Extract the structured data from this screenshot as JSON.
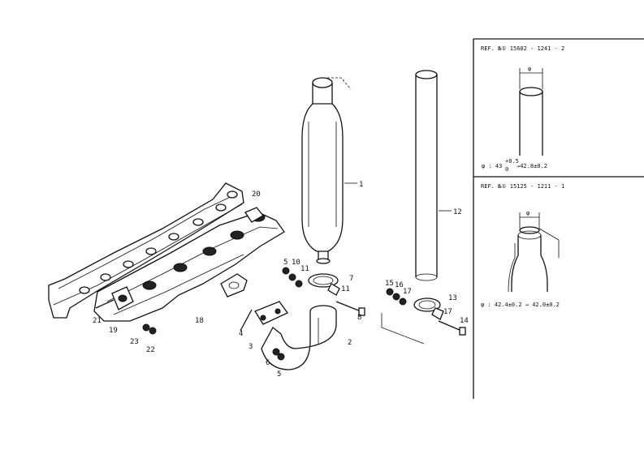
{
  "callouts": [
    {
      "id": "c1",
      "text": "1"
    },
    {
      "id": "c2",
      "text": "2"
    },
    {
      "id": "c3",
      "text": "3"
    },
    {
      "id": "c4",
      "text": "4"
    },
    {
      "id": "c5a",
      "text": "5"
    },
    {
      "id": "c5b",
      "text": "5"
    },
    {
      "id": "c6",
      "text": "6"
    },
    {
      "id": "c7",
      "text": "7"
    },
    {
      "id": "c8",
      "text": "8"
    },
    {
      "id": "c10",
      "text": "10"
    },
    {
      "id": "c11a",
      "text": "11"
    },
    {
      "id": "c11b",
      "text": "11"
    },
    {
      "id": "c12",
      "text": "12"
    },
    {
      "id": "c13",
      "text": "13"
    },
    {
      "id": "c14",
      "text": "14"
    },
    {
      "id": "c15",
      "text": "15"
    },
    {
      "id": "c16",
      "text": "16"
    },
    {
      "id": "c17a",
      "text": "17"
    },
    {
      "id": "c17b",
      "text": "17"
    },
    {
      "id": "c18",
      "text": "18"
    },
    {
      "id": "c19",
      "text": "19"
    },
    {
      "id": "c20",
      "text": "20"
    },
    {
      "id": "c21",
      "text": "21"
    },
    {
      "id": "c22",
      "text": "22"
    },
    {
      "id": "c23",
      "text": "23"
    }
  ],
  "ref_panel_top": {
    "ref_label": "REF. №① 15602 - 1241 - 2",
    "phi_label": "φ",
    "spec": "φ : 43",
    "tol_upper": "+0.5",
    "tol_lower": "0",
    "spec_tail": "→42.8±0.2"
  },
  "ref_panel_bottom": {
    "ref_label": "REF. №① 15125 - 1211 - 1",
    "phi_label": "φ",
    "spec": "φ : 42.4±0.2 → 42.0±0.2"
  }
}
